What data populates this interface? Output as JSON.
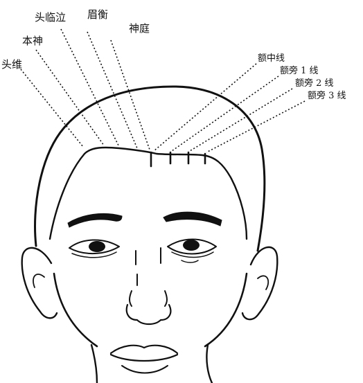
{
  "diagram": {
    "left_labels": {
      "touwei": "头维",
      "benshen": "本神",
      "toulinqi": "头临泣",
      "meichong": "眉衡",
      "shenting": "神庭"
    },
    "right_labels": {
      "ezhong": "额中线",
      "epang1": "额旁 1 线",
      "epang2": "额旁 2 线",
      "epang3": "额旁 3 线"
    }
  },
  "colors": {
    "ink": "#111111",
    "background": "#ffffff"
  }
}
